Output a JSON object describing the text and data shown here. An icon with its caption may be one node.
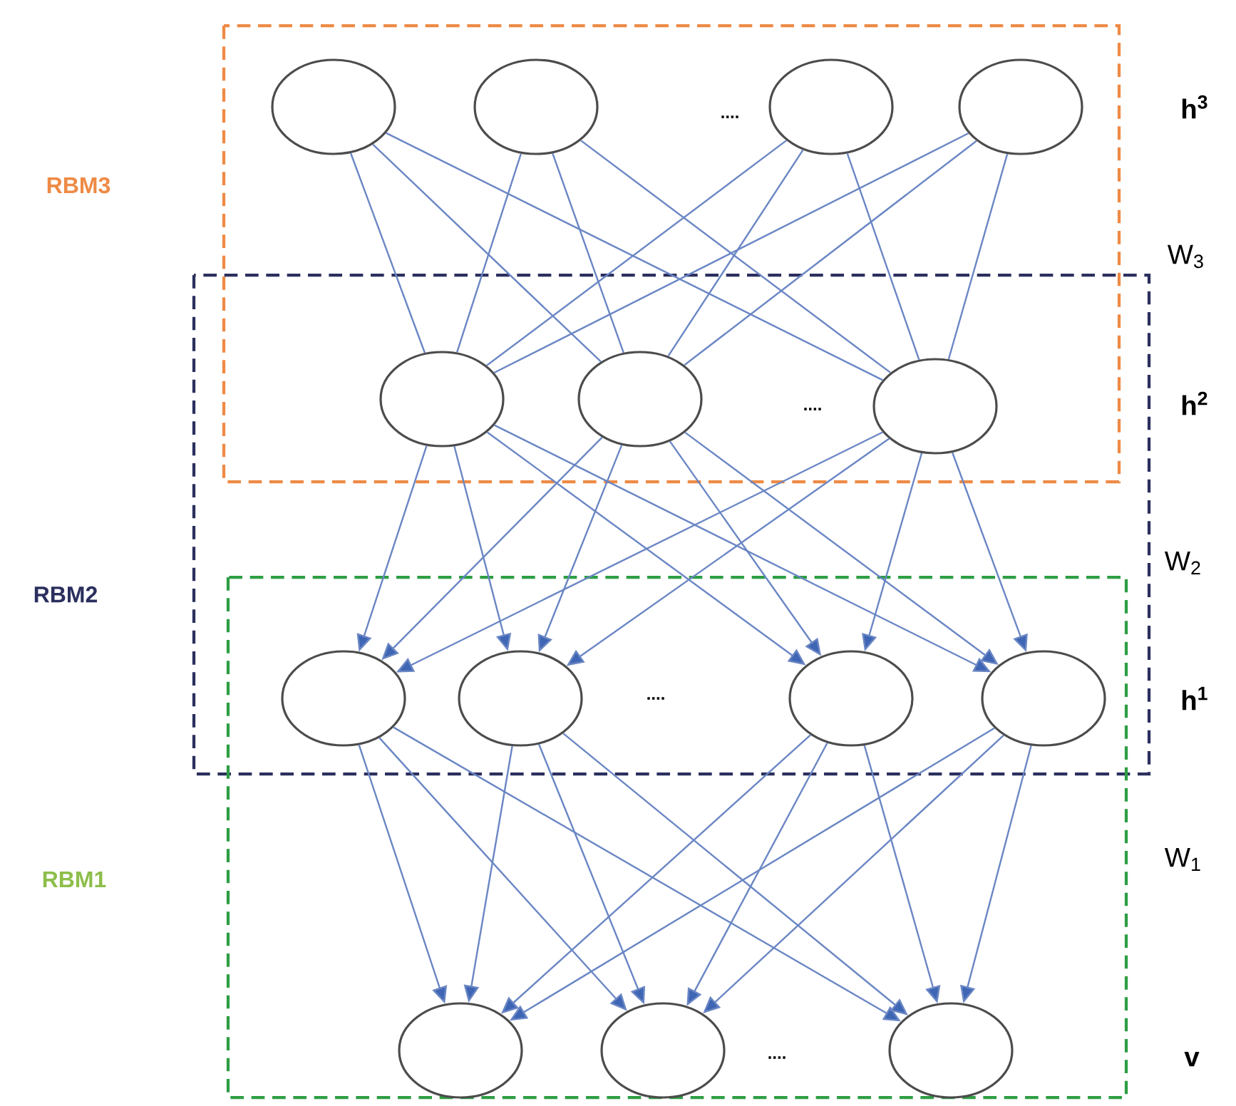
{
  "diagram": {
    "nodes": [
      {
        "text": [],
        "shape": "circle"
      },
      {
        "text": [],
        "shape": "circle"
      },
      {
        "text": [],
        "shape": "circle"
      },
      {
        "text": [],
        "shape": "circle"
      },
      {
        "text": [],
        "shape": "circle"
      },
      {
        "text": [],
        "shape": "circle"
      },
      {
        "text": [],
        "shape": "circle"
      },
      {
        "text": [],
        "shape": "circle"
      },
      {
        "text": [],
        "shape": "circle"
      },
      {
        "text": [],
        "shape": "circle"
      },
      {
        "text": [],
        "shape": "circle"
      },
      {
        "text": [],
        "shape": "circle"
      },
      {
        "text": [],
        "shape": "circle"
      },
      {
        "text": [],
        "shape": "circle"
      }
    ],
    "edges": [
      {
        "from": 0,
        "to": 4,
        "arrow": "none"
      },
      {
        "from": 0,
        "to": 5,
        "arrow": "none"
      },
      {
        "from": 0,
        "to": 6,
        "arrow": "none"
      },
      {
        "from": 1,
        "to": 4,
        "arrow": "none"
      },
      {
        "from": 1,
        "to": 5,
        "arrow": "none"
      },
      {
        "from": 1,
        "to": 6,
        "arrow": "none"
      },
      {
        "from": 2,
        "to": 4,
        "arrow": "none"
      },
      {
        "from": 2,
        "to": 5,
        "arrow": "none"
      },
      {
        "from": 2,
        "to": 6,
        "arrow": "none"
      },
      {
        "from": 3,
        "to": 4,
        "arrow": "none"
      },
      {
        "from": 3,
        "to": 5,
        "arrow": "none"
      },
      {
        "from": 3,
        "to": 6,
        "arrow": "none"
      },
      {
        "from": 4,
        "to": 7,
        "arrow": "to"
      },
      {
        "from": 4,
        "to": 8,
        "arrow": "to"
      },
      {
        "from": 4,
        "to": 9,
        "arrow": "to"
      },
      {
        "from": 4,
        "to": 10,
        "arrow": "to"
      },
      {
        "from": 5,
        "to": 7,
        "arrow": "to"
      },
      {
        "from": 5,
        "to": 8,
        "arrow": "to"
      },
      {
        "from": 5,
        "to": 9,
        "arrow": "to"
      },
      {
        "from": 5,
        "to": 10,
        "arrow": "to"
      },
      {
        "from": 6,
        "to": 7,
        "arrow": "to"
      },
      {
        "from": 6,
        "to": 8,
        "arrow": "to"
      },
      {
        "from": 6,
        "to": 9,
        "arrow": "to"
      },
      {
        "from": 6,
        "to": 10,
        "arrow": "to"
      },
      {
        "from": 7,
        "to": 11,
        "arrow": "to"
      },
      {
        "from": 7,
        "to": 12,
        "arrow": "to"
      },
      {
        "from": 7,
        "to": 13,
        "arrow": "to"
      },
      {
        "from": 8,
        "to": 11,
        "arrow": "to"
      },
      {
        "from": 8,
        "to": 12,
        "arrow": "to"
      },
      {
        "from": 8,
        "to": 13,
        "arrow": "to"
      },
      {
        "from": 9,
        "to": 11,
        "arrow": "to"
      },
      {
        "from": 9,
        "to": 12,
        "arrow": "to"
      },
      {
        "from": 9,
        "to": 13,
        "arrow": "to"
      },
      {
        "from": 10,
        "to": 11,
        "arrow": "to"
      },
      {
        "from": 10,
        "to": 12,
        "arrow": "to"
      },
      {
        "from": 10,
        "to": 13,
        "arrow": "to"
      }
    ],
    "labels": [
      "....",
      "h$^{3}$",
      "RBM3",
      "W$_{3}$",
      "....",
      "h$^{2}$",
      "RBM2",
      "W$_{2}$",
      "....",
      "h$^{1}$",
      "RBM1",
      "W$_{1}$",
      "....",
      "v"
    ]
  }
}
